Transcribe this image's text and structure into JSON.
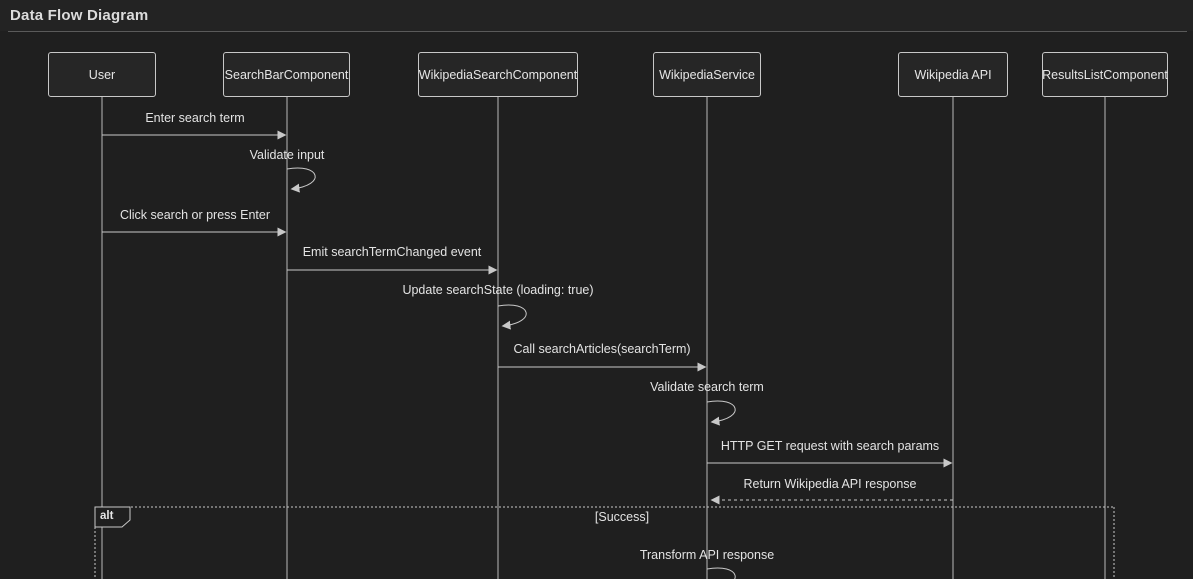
{
  "header": {
    "title": "Data Flow Diagram"
  },
  "colors": {
    "background": "#1f1f1f",
    "box_fill": "#262626",
    "line": "#c8c8c8",
    "text": "#e6e6e6",
    "separator": "#5a5a5a"
  },
  "diagram": {
    "type": "sequence-diagram",
    "participants": [
      {
        "name": "User"
      },
      {
        "name": "SearchBarComponent"
      },
      {
        "name": "WikipediaSearchComponent"
      },
      {
        "name": "WikipediaService"
      },
      {
        "name": "Wikipedia API"
      },
      {
        "name": "ResultsListComponent"
      }
    ],
    "messages": [
      {
        "text": "Enter search term",
        "from": "User",
        "to": "SearchBarComponent",
        "style": "solid"
      },
      {
        "text": "Validate input",
        "from": "SearchBarComponent",
        "to": "SearchBarComponent",
        "style": "self"
      },
      {
        "text": "Click search or press Enter",
        "from": "User",
        "to": "SearchBarComponent",
        "style": "solid"
      },
      {
        "text": "Emit searchTermChanged event",
        "from": "SearchBarComponent",
        "to": "WikipediaSearchComponent",
        "style": "solid"
      },
      {
        "text": "Update searchState (loading: true)",
        "from": "WikipediaSearchComponent",
        "to": "WikipediaSearchComponent",
        "style": "self"
      },
      {
        "text": "Call searchArticles(searchTerm)",
        "from": "WikipediaSearchComponent",
        "to": "WikipediaService",
        "style": "solid"
      },
      {
        "text": "Validate search term",
        "from": "WikipediaService",
        "to": "WikipediaService",
        "style": "self"
      },
      {
        "text": "HTTP GET request with search params",
        "from": "WikipediaService",
        "to": "Wikipedia API",
        "style": "solid"
      },
      {
        "text": "Return Wikipedia API response",
        "from": "Wikipedia API",
        "to": "WikipediaService",
        "style": "dashed"
      },
      {
        "text": "Transform API response",
        "from": "WikipediaService",
        "to": "WikipediaService",
        "style": "self"
      }
    ],
    "alt_frame": {
      "operator": "alt",
      "condition": "[Success]"
    }
  }
}
